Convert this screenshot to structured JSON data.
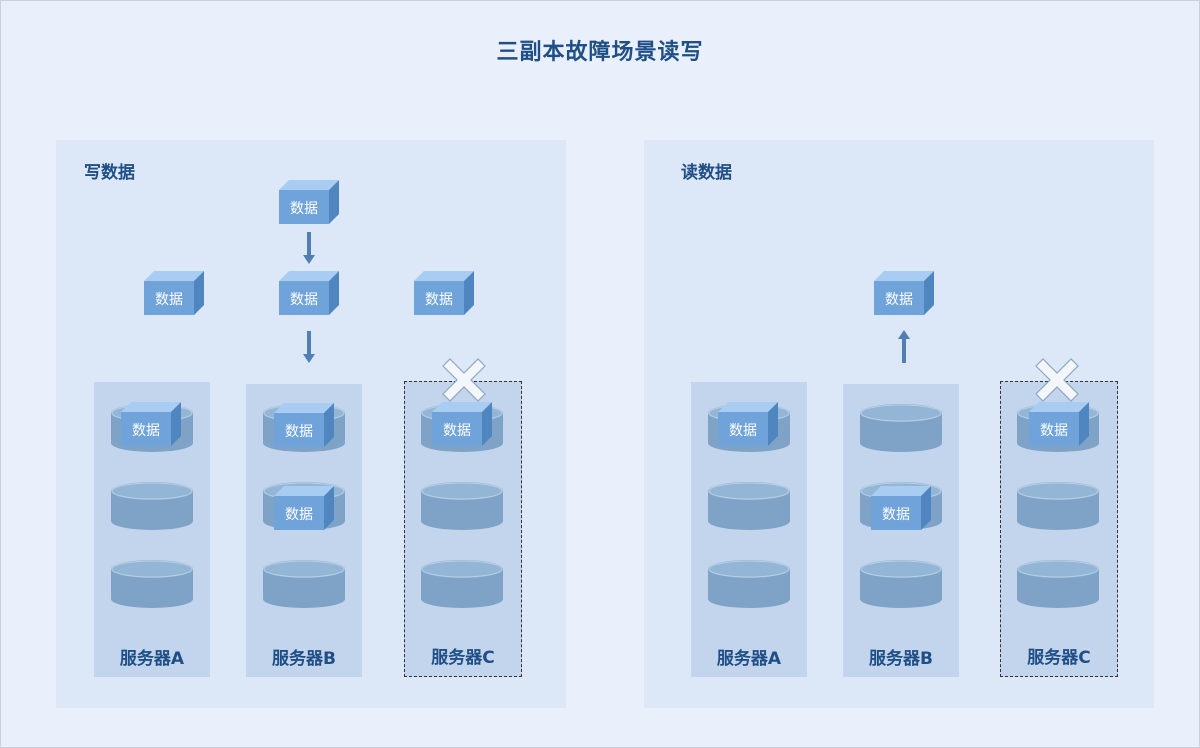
{
  "title": "三副本故障场景读写",
  "data_label": "数据",
  "write_panel": {
    "title": "写数据",
    "servers": [
      {
        "label": "服务器A",
        "failed": false
      },
      {
        "label": "服务器B",
        "failed": false
      },
      {
        "label": "服务器C",
        "failed": true
      }
    ]
  },
  "read_panel": {
    "title": "读数据",
    "servers": [
      {
        "label": "服务器A",
        "failed": false
      },
      {
        "label": "服务器B",
        "failed": false
      },
      {
        "label": "服务器C",
        "failed": true
      }
    ]
  },
  "colors": {
    "cube_front": "#6fa3d9",
    "cube_top": "#a9cdf2",
    "cube_side": "#4f86c0",
    "cylinder": "#7ea3c6",
    "cylinder_top": "#93b6d6",
    "arrow": "#4f7fb3",
    "x_mark": "#f3f6fb"
  }
}
